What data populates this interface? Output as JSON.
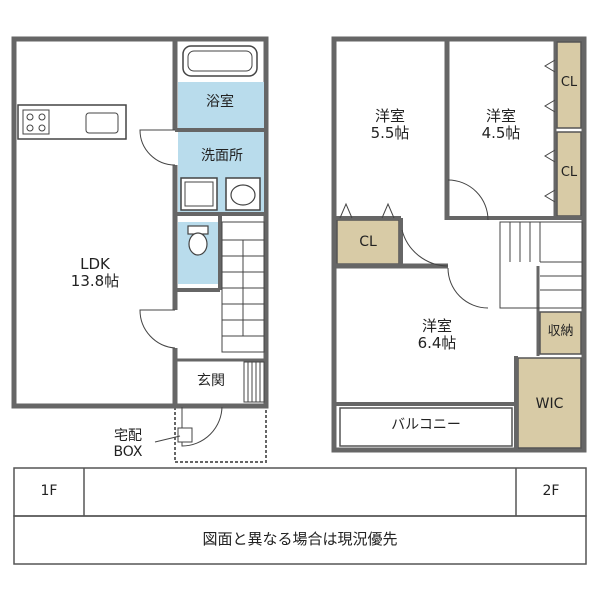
{
  "floor1": {
    "label": "1F",
    "rooms": {
      "ldk": {
        "name": "LDK",
        "size": "13.8帖"
      },
      "bath": "浴室",
      "washroom": "洗面所",
      "entrance": "玄関",
      "delivery_box": {
        "line1": "宅配",
        "line2": "BOX"
      }
    }
  },
  "floor2": {
    "label": "2F",
    "rooms": {
      "western1": {
        "name": "洋室",
        "size": "5.5帖"
      },
      "western2": {
        "name": "洋室",
        "size": "4.5帖"
      },
      "western3": {
        "name": "洋室",
        "size": "6.4帖"
      },
      "closet": "CL",
      "closet_top": "CL",
      "closet_mid": "CL",
      "storage": "収納",
      "walk_in_closet": "WIC",
      "balcony": "バルコニー"
    }
  },
  "note": "図面と異なる場合は現況優先",
  "colors": {
    "wall": "#666666",
    "wet_area": "#b9dcec",
    "storage": "#d8cba6",
    "line": "#444444"
  }
}
